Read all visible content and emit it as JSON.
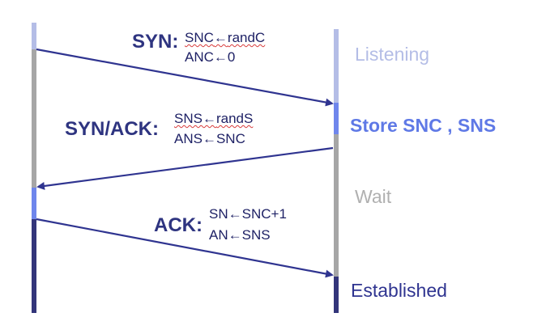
{
  "colors": {
    "light_blue": "#b4bde6",
    "medium_blue": "#6f86ec",
    "gray": "#a6a6a6",
    "navy": "#33357a",
    "arrow": "#2f3490",
    "text_light": "#b4bde6",
    "text_medium": "#5f79e6",
    "text_gray": "#b0b0b0",
    "text_navy": "#2f3490"
  },
  "messages": {
    "syn": {
      "name": "SYN",
      "colon": ":",
      "line1_var": "SNC",
      "line1_arrow": "←",
      "line1_val": "randC",
      "line2_var": "ANC",
      "line2_arrow": "←",
      "line2_val": "0"
    },
    "synack": {
      "name": "SYN/ACK",
      "colon": ":",
      "line1_var": "SNS",
      "line1_arrow": "←",
      "line1_val": "randS",
      "line2_var": "ANS",
      "line2_arrow": "←",
      "line2_val": "SNC"
    },
    "ack": {
      "name": "ACK",
      "colon": ":",
      "line1_var": "SN",
      "line1_arrow": "←",
      "line1_val": "SNC+1",
      "line2_var": "AN",
      "line2_arrow": "←",
      "line2_val": "SNS"
    }
  },
  "states": {
    "listening": "Listening",
    "store": "Store SNC , SNS",
    "wait": "Wait",
    "established": "Established"
  }
}
